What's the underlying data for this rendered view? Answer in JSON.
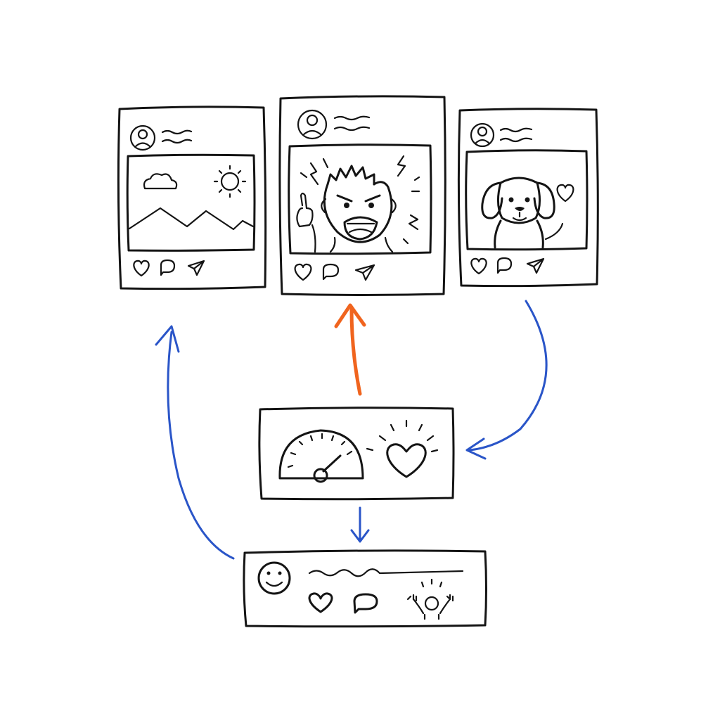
{
  "colors": {
    "ink": "#141414",
    "paper": "#ffffff",
    "flow_blue": "#2a55c8",
    "highlight_orange": "#f0641e"
  },
  "posts": [
    {
      "id": "landscape-post",
      "avatar": "person-avatar-icon",
      "image": "landscape-mountains-sun-cloud",
      "actions": [
        "heart-icon",
        "comment-icon",
        "share-icon"
      ]
    },
    {
      "id": "angry-post",
      "avatar": "person-avatar-icon",
      "image": "angry-face-lightning",
      "actions": [
        "heart-icon",
        "comment-icon",
        "share-icon"
      ]
    },
    {
      "id": "dog-post",
      "avatar": "person-avatar-icon",
      "image": "dog-with-heart",
      "actions": [
        "heart-icon",
        "comment-icon",
        "share-icon"
      ]
    }
  ],
  "engagement_panel": {
    "icons": [
      "speedometer-icon",
      "sparkling-heart-icon"
    ]
  },
  "reaction_panel": {
    "icons": [
      "smiley-avatar-icon",
      "heart-icon",
      "comment-icon",
      "cheering-person-icon"
    ]
  },
  "arrows": [
    {
      "id": "arrow-dog-to-engagement",
      "color": "flow_blue"
    },
    {
      "id": "arrow-engagement-to-angry",
      "color": "highlight_orange"
    },
    {
      "id": "arrow-engagement-to-reaction",
      "color": "flow_blue"
    },
    {
      "id": "arrow-reaction-to-landscape",
      "color": "flow_blue"
    }
  ]
}
